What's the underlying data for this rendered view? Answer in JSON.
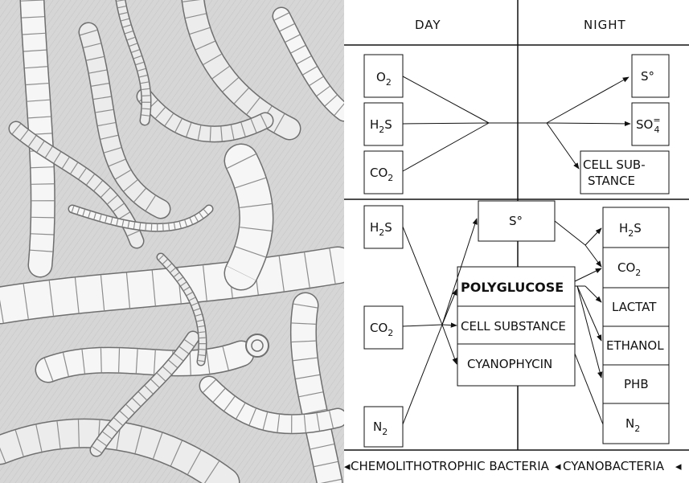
{
  "header": {
    "day": "DAY",
    "night": "NIGHT"
  },
  "top_section": {
    "left_inputs": [
      {
        "main": "O",
        "sub": "2"
      },
      {
        "main": "H",
        "sub": "2",
        "tail": "S"
      },
      {
        "main": "CO",
        "sub": "2"
      }
    ],
    "right_outputs": {
      "sulfur": "S°",
      "sulfate": {
        "main": "SO",
        "sup": "=",
        "sub": "4"
      },
      "cell_substance": [
        "CELL SUB-",
        "STANCE"
      ]
    }
  },
  "bottom_section": {
    "left_inputs": [
      {
        "main": "H",
        "sub": "2",
        "tail": "S"
      },
      {
        "main": "CO",
        "sub": "2"
      },
      {
        "main": "N",
        "sub": "2"
      }
    ],
    "sulfur": "S°",
    "storage": [
      "POLYGLUCOSE",
      "CELL SUBSTANCE",
      "CYANOPHYCIN"
    ],
    "night_products": [
      {
        "main": "H",
        "sub": "2",
        "tail": "S"
      },
      {
        "main": "CO",
        "sub": "2"
      },
      {
        "main": "LACTAT"
      },
      {
        "main": "ETHANOL"
      },
      {
        "main": "PHB"
      },
      {
        "main": "N",
        "sub": "2"
      }
    ]
  },
  "footer": {
    "left": "CHEMOLITHOTROPHIC BACTERIA",
    "right": "CYANOBACTERIA"
  },
  "colors": {
    "ink": "#111111",
    "paper": "#ffffff",
    "pencil": "#8a8a8a"
  }
}
